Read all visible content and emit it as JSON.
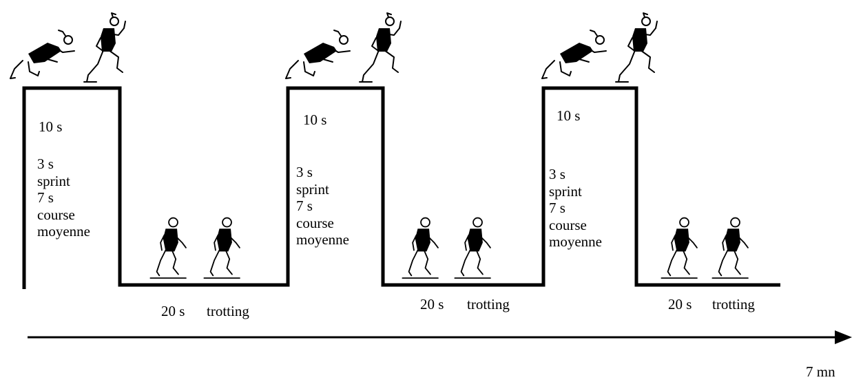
{
  "cycles": [
    {
      "sprint_duration": "10 s",
      "detail_lines": [
        "3 s",
        "sprint",
        "7 s",
        "course",
        "moyenne"
      ],
      "rest_duration": "20 s",
      "rest_activity": "trotting"
    },
    {
      "sprint_duration": "10 s",
      "detail_lines": [
        "3 s",
        "sprint",
        "7 s",
        "course",
        "moyenne"
      ],
      "rest_duration": "20 s",
      "rest_activity": "trotting"
    },
    {
      "sprint_duration": "10 s",
      "detail_lines": [
        "3 s",
        "sprint",
        "7 s",
        "course",
        "moyenne"
      ],
      "rest_duration": "20 s",
      "rest_activity": "trotting"
    }
  ],
  "timeline": {
    "end_label": "7 mn"
  },
  "icons": {
    "sprint": [
      "sprinter-diving-icon",
      "sprinter-running-icon"
    ],
    "rest": [
      "jogger-icon",
      "jogger-icon"
    ]
  }
}
